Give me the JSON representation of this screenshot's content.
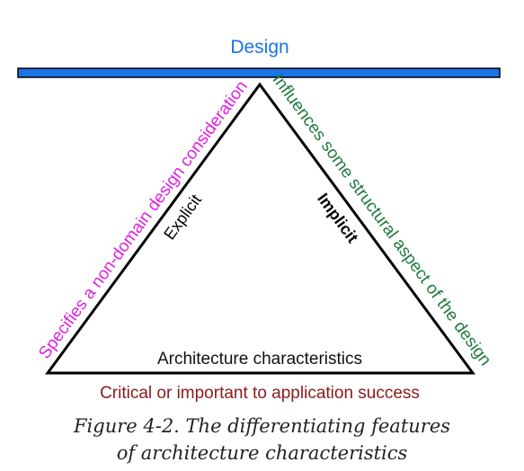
{
  "diagram": {
    "top_label": "Design",
    "left_side_label": "Specifies a non-domain design consideration",
    "left_inner_label": "Explicit",
    "right_side_label": "Influences some structural aspect of the design",
    "right_inner_label": "Implicit",
    "base_label": "Architecture characteristics",
    "bottom_label": "Critical or important to application success"
  },
  "caption": {
    "line1": "Figure 4-2. The differentiating features",
    "line2": "of architecture characteristics"
  },
  "colors": {
    "design_bar": "#1a73e8",
    "design_text": "#1a73e8",
    "left_side_text": "#e020e0",
    "right_side_text": "#1e7a3c",
    "bottom_text": "#8b1a1a",
    "lines": "#000000"
  }
}
